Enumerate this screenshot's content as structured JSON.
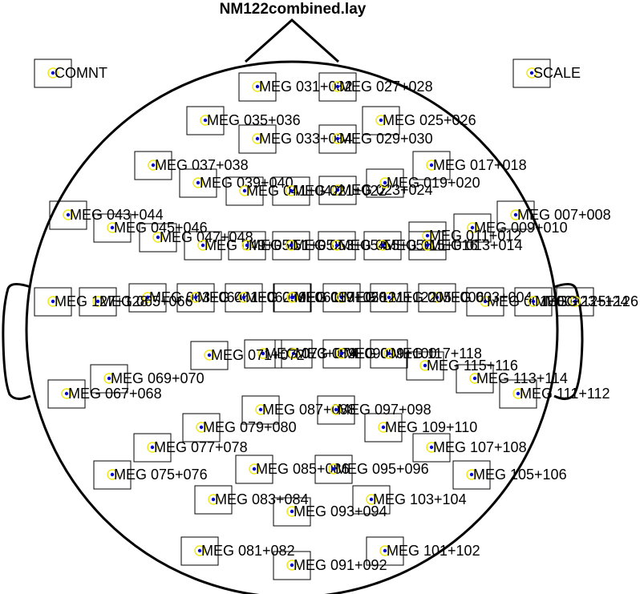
{
  "title": "NM122combined.lay",
  "colors": {
    "outline": "#000000",
    "marker_ring": "#f0e81a",
    "marker_dot": "#0000cc"
  },
  "sensors": [
    "COMNT",
    "SCALE",
    "MEG 031+032",
    "MEG 027+028",
    "MEG 035+036",
    "MEG 025+026",
    "MEG 033+034",
    "MEG 029+030",
    "MEG 037+038",
    "MEG 017+018",
    "MEG 039+040",
    "MEG 041+042",
    "MEG 023+024",
    "MEG 021+022",
    "MEG 019+020",
    "MEG 043+044",
    "MEG 007+008",
    "MEG 045+046",
    "MEG 009+010",
    "MEG 011+012",
    "MEG 047+048",
    "MEG 049+050",
    "MEG 051+052",
    "MEG 053+054",
    "MEG 055+056",
    "MEG 015+016",
    "MEG 013+014",
    "MEG 065+066",
    "MEG 063+064",
    "MEG 061+062",
    "MEG 059+060",
    "MEG 057+058",
    "MEG 001+002",
    "MEG 003+004",
    "MEG 005+006",
    "MEG 121+122",
    "MEG 119+120",
    "MEG 123+124",
    "MEG 125+126",
    "MEG 127+128",
    "MEG 073+074",
    "MEG 089+090",
    "MEG 099+100",
    "MEG 117+118",
    "MEG 071+072",
    "MEG 115+116",
    "MEG 069+070",
    "MEG 113+114",
    "MEG 067+068",
    "MEG 111+112",
    "MEG 087+088",
    "MEG 097+098",
    "MEG 079+080",
    "MEG 109+110",
    "MEG 077+078",
    "MEG 107+108",
    "MEG 075+076",
    "MEG 085+086",
    "MEG 095+096",
    "MEG 105+106",
    "MEG 083+084",
    "MEG 103+104",
    "MEG 093+094",
    "MEG 081+082",
    "MEG 101+102",
    "MEG 091+092"
  ]
}
